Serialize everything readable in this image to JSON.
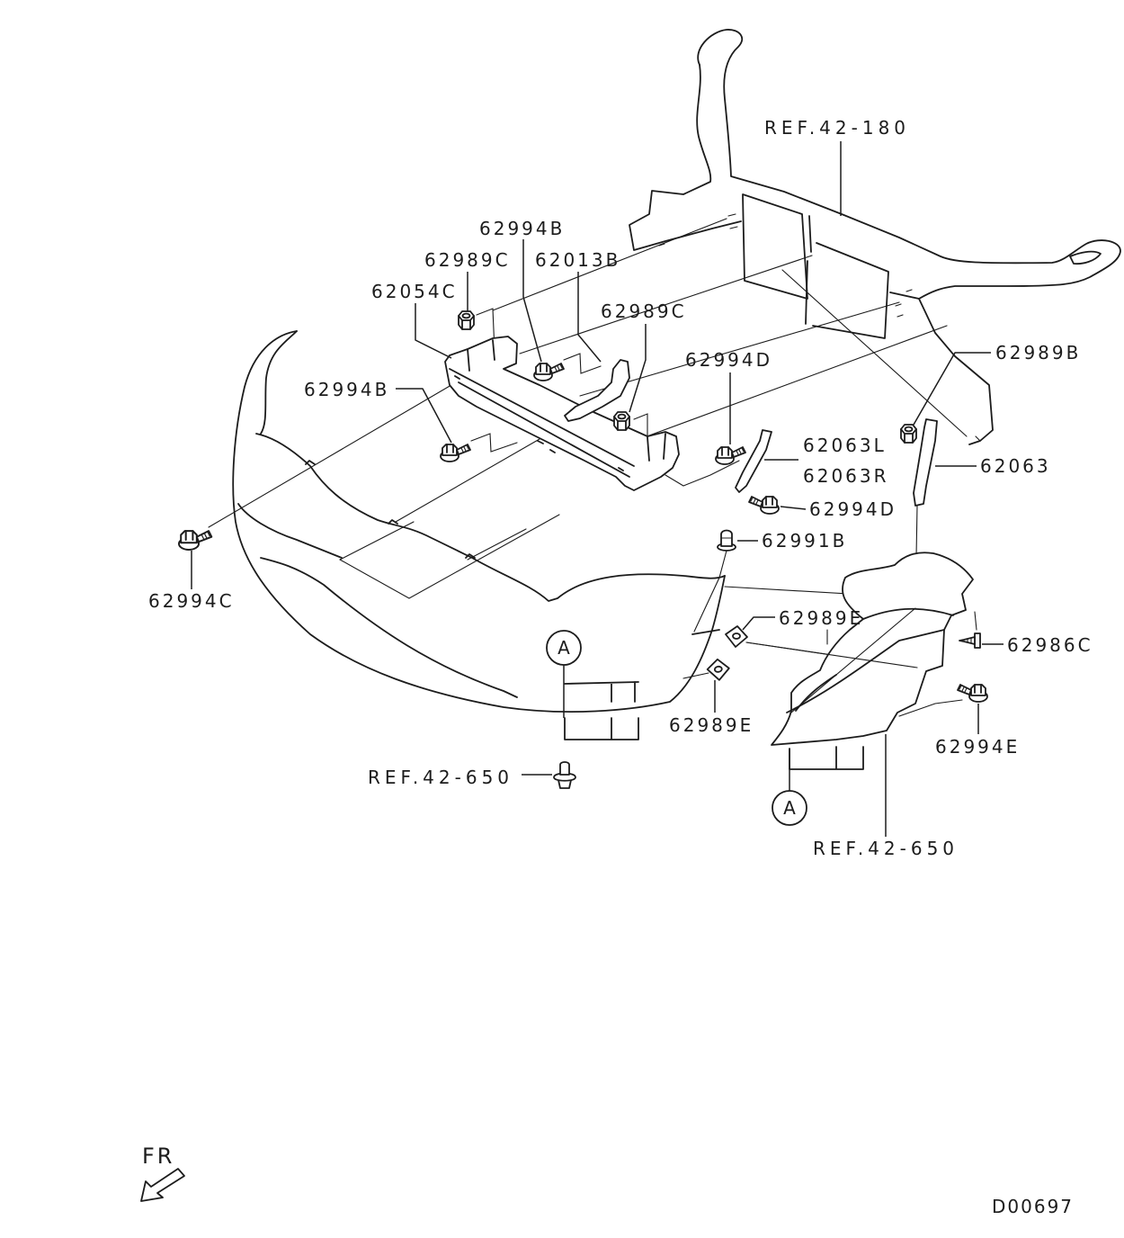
{
  "colors": {
    "ink": "#1c1c1c",
    "paper": "#ffffff"
  },
  "diagram": {
    "labels": [
      {
        "text": "REF.42-180"
      },
      {
        "text": "62994B"
      },
      {
        "text": "62989C"
      },
      {
        "text": "62013B"
      },
      {
        "text": "62054C"
      },
      {
        "text": "62989C"
      },
      {
        "text": "62989B"
      },
      {
        "text": "62994D"
      },
      {
        "text": "62994B"
      },
      {
        "text": "62063L"
      },
      {
        "text": "62063R"
      },
      {
        "text": "62063"
      },
      {
        "text": "62994D"
      },
      {
        "text": "62991B"
      },
      {
        "text": "62994C"
      },
      {
        "text": "62989E"
      },
      {
        "text": "62986C"
      },
      {
        "text": "62989E"
      },
      {
        "text": "62994E"
      },
      {
        "text": "REF.42-650"
      },
      {
        "text": "REF.42-650"
      }
    ],
    "callouts": [
      {
        "text": "A"
      },
      {
        "text": "A"
      }
    ],
    "direction_label": "FR",
    "drawing_number": "D00697"
  }
}
